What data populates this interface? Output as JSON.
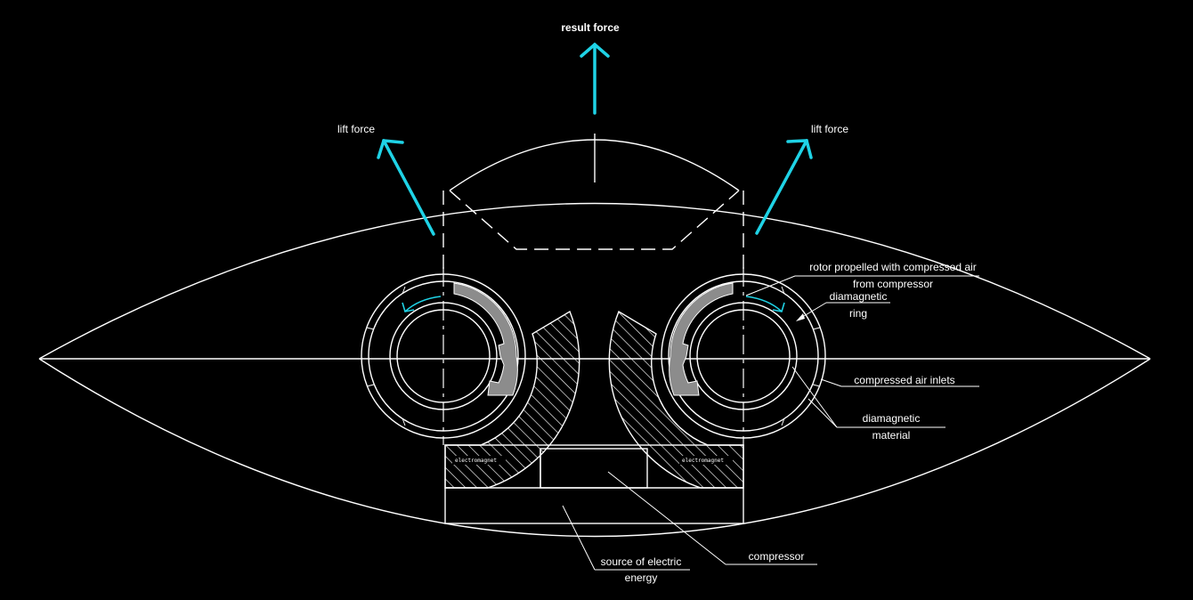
{
  "colors": {
    "background": "#000000",
    "lines": "#ffffff",
    "force_arrows": "#1fd3e6",
    "rotor_fill": "#8c8c8c"
  },
  "labels": {
    "result_force": "result force",
    "lift_force_left": "lift force",
    "lift_force_right": "lift force",
    "rotor_line1": "rotor propelled with compressed air",
    "rotor_line2": "from compressor",
    "diamagnetic_ring_line1": "diamagnetic",
    "diamagnetic_ring_line2": "ring",
    "compressed_air_inlets": "compressed air inlets",
    "diamagnetic_material_line1": "diamagnetic",
    "diamagnetic_material_line2": "material",
    "compressor": "compressor",
    "source_line1": "source of electric",
    "source_line2": "energy",
    "electromagnet_left": "electromagnet",
    "electromagnet_right": "electromagnet"
  },
  "icons": {
    "force_arrow": "arrow-up-icon",
    "rotation_arrow": "curved-arrow-icon"
  }
}
